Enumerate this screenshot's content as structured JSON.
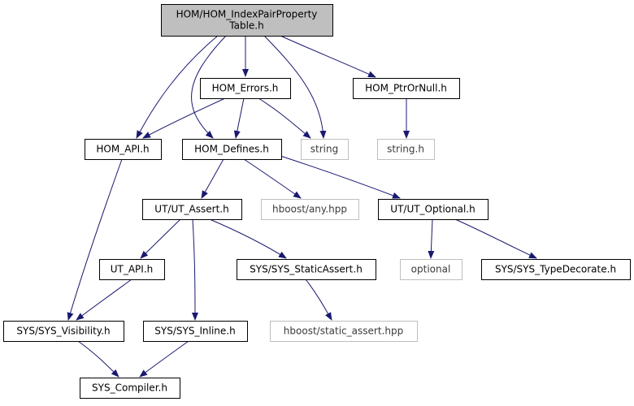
{
  "diagram": {
    "colors": {
      "edge": "#191970",
      "root_fill": "#bfbfbf",
      "node_border": "#000000",
      "system_border": "#bfbfbf",
      "node_fill": "#ffffff"
    },
    "nodes": [
      {
        "id": "root",
        "lines": [
          "HOM/HOM_IndexPairProperty",
          "Table.h"
        ],
        "kind": "root"
      },
      {
        "id": "errors",
        "lines": [
          "HOM_Errors.h"
        ],
        "kind": "header"
      },
      {
        "id": "ptrornull",
        "lines": [
          "HOM_PtrOrNull.h"
        ],
        "kind": "header"
      },
      {
        "id": "api",
        "lines": [
          "HOM_API.h"
        ],
        "kind": "header"
      },
      {
        "id": "defines",
        "lines": [
          "HOM_Defines.h"
        ],
        "kind": "header"
      },
      {
        "id": "string",
        "lines": [
          "string"
        ],
        "kind": "system"
      },
      {
        "id": "stringh",
        "lines": [
          "string.h"
        ],
        "kind": "system"
      },
      {
        "id": "assert",
        "lines": [
          "UT/UT_Assert.h"
        ],
        "kind": "header"
      },
      {
        "id": "anyhpp",
        "lines": [
          "hboost/any.hpp"
        ],
        "kind": "system"
      },
      {
        "id": "optional_h",
        "lines": [
          "UT/UT_Optional.h"
        ],
        "kind": "header"
      },
      {
        "id": "utapi",
        "lines": [
          "UT_API.h"
        ],
        "kind": "header"
      },
      {
        "id": "staticassert",
        "lines": [
          "SYS/SYS_StaticAssert.h"
        ],
        "kind": "header"
      },
      {
        "id": "optional",
        "lines": [
          "optional"
        ],
        "kind": "system"
      },
      {
        "id": "typedecorate",
        "lines": [
          "SYS/SYS_TypeDecorate.h"
        ],
        "kind": "header"
      },
      {
        "id": "visibility",
        "lines": [
          "SYS/SYS_Visibility.h"
        ],
        "kind": "header"
      },
      {
        "id": "inline",
        "lines": [
          "SYS/SYS_Inline.h"
        ],
        "kind": "header"
      },
      {
        "id": "staticasserthpp",
        "lines": [
          "hboost/static_assert.hpp"
        ],
        "kind": "system"
      },
      {
        "id": "compiler",
        "lines": [
          "SYS_Compiler.h"
        ],
        "kind": "header"
      }
    ],
    "edges": [
      [
        "root",
        "errors"
      ],
      [
        "root",
        "ptrornull"
      ],
      [
        "root",
        "api"
      ],
      [
        "root",
        "defines"
      ],
      [
        "root",
        "string"
      ],
      [
        "errors",
        "api"
      ],
      [
        "errors",
        "defines"
      ],
      [
        "errors",
        "string"
      ],
      [
        "ptrornull",
        "stringh"
      ],
      [
        "api",
        "visibility"
      ],
      [
        "defines",
        "assert"
      ],
      [
        "defines",
        "anyhpp"
      ],
      [
        "defines",
        "optional_h"
      ],
      [
        "assert",
        "utapi"
      ],
      [
        "assert",
        "staticassert"
      ],
      [
        "assert",
        "inline"
      ],
      [
        "optional_h",
        "optional"
      ],
      [
        "optional_h",
        "typedecorate"
      ],
      [
        "utapi",
        "visibility"
      ],
      [
        "staticassert",
        "staticasserthpp"
      ],
      [
        "visibility",
        "compiler"
      ],
      [
        "inline",
        "compiler"
      ]
    ]
  }
}
